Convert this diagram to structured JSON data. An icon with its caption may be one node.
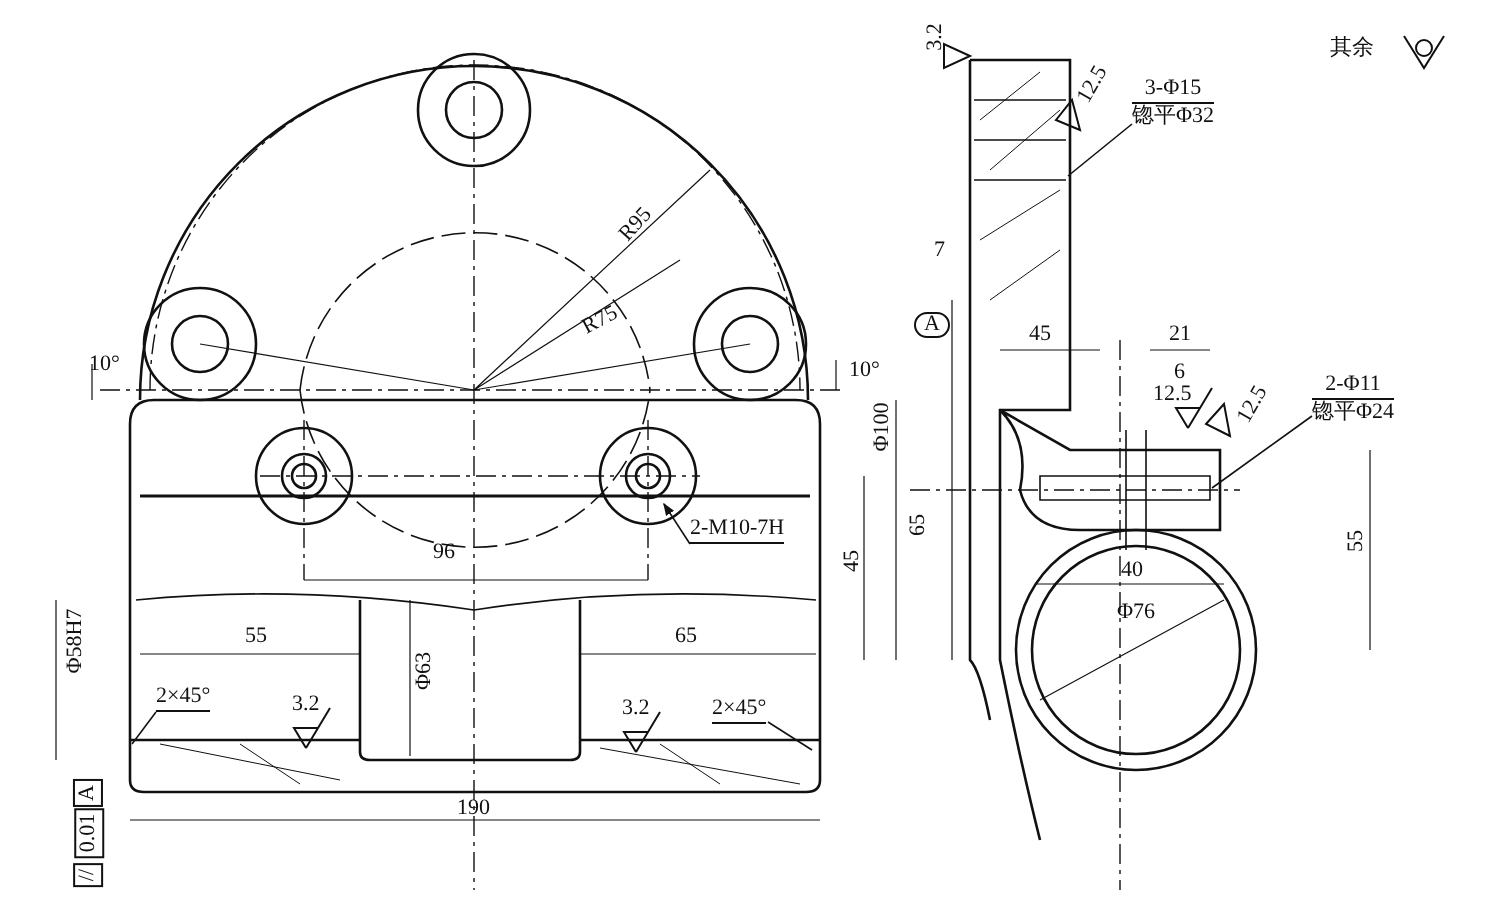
{
  "diagram": {
    "nodes": [
      {
        "text": [
          "3-Φ15",
          "锪平Φ32"
        ]
      },
      {
        "text": [
          "2-Φ11",
          "锪平Φ24"
        ]
      },
      {
        "text": [
          "2-M10-7H"
        ]
      },
      {
        "text": [
          "2×45°"
        ]
      },
      {
        "text": [
          "2×45°"
        ]
      }
    ],
    "edges": [
      {
        "from": 0,
        "to": null,
        "arrow": "none"
      },
      {
        "from": 1,
        "to": null,
        "arrow": "none"
      },
      {
        "from": 2,
        "to": null,
        "arrow": "to"
      },
      {
        "from": 3,
        "to": null,
        "arrow": "none"
      },
      {
        "from": 4,
        "to": null,
        "arrow": "none"
      }
    ],
    "labels": [
      "3.2",
      "12.5",
      "其余",
      "R95",
      "7",
      "R75",
      "10°",
      "10°",
      "A",
      "45",
      "21",
      "6",
      "12.5",
      "12.5",
      "Φ100",
      "96",
      "45",
      "65",
      "55",
      "40",
      "Φ76",
      "Φ58H7",
      "55",
      "Φ63",
      "65",
      "3.2",
      "3.2",
      "190",
      "//",
      "0.01",
      "A"
    ]
  }
}
